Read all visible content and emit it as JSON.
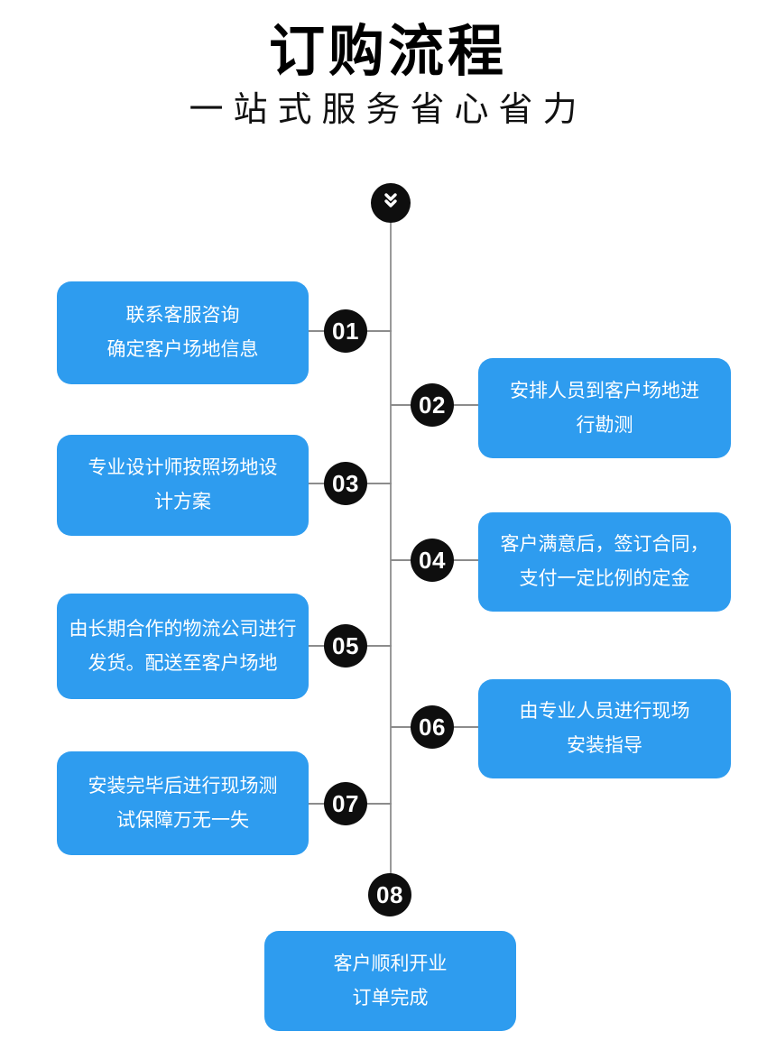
{
  "page": {
    "title": "订购流程",
    "subtitle": "一站式服务省心省力"
  },
  "colors": {
    "card_blue": "#2e9cef",
    "badge_black": "#0e0e0e",
    "line_gray": "#9a9a9a",
    "text_white": "#ffffff"
  },
  "icons": {
    "start": "double-chevron-down-icon"
  },
  "steps": [
    {
      "number": "01",
      "side": "left",
      "lines": [
        "联系客服咨询",
        "确定客户场地信息"
      ]
    },
    {
      "number": "02",
      "side": "right",
      "lines": [
        "安排人员到客户场地进",
        "行勘测"
      ]
    },
    {
      "number": "03",
      "side": "left",
      "lines": [
        "专业设计师按照场地设",
        "计方案"
      ]
    },
    {
      "number": "04",
      "side": "right",
      "lines": [
        "客户满意后，签订合同，",
        "支付一定比例的定金"
      ]
    },
    {
      "number": "05",
      "side": "left",
      "lines": [
        "由长期合作的物流公司进行",
        "发货。配送至客户场地"
      ]
    },
    {
      "number": "06",
      "side": "right",
      "lines": [
        "由专业人员进行现场",
        "安装指导"
      ]
    },
    {
      "number": "07",
      "side": "left",
      "lines": [
        "安装完毕后进行现场测",
        "试保障万无一失"
      ]
    },
    {
      "number": "08",
      "side": "center",
      "lines": [
        "客户顺利开业",
        "订单完成"
      ]
    }
  ]
}
